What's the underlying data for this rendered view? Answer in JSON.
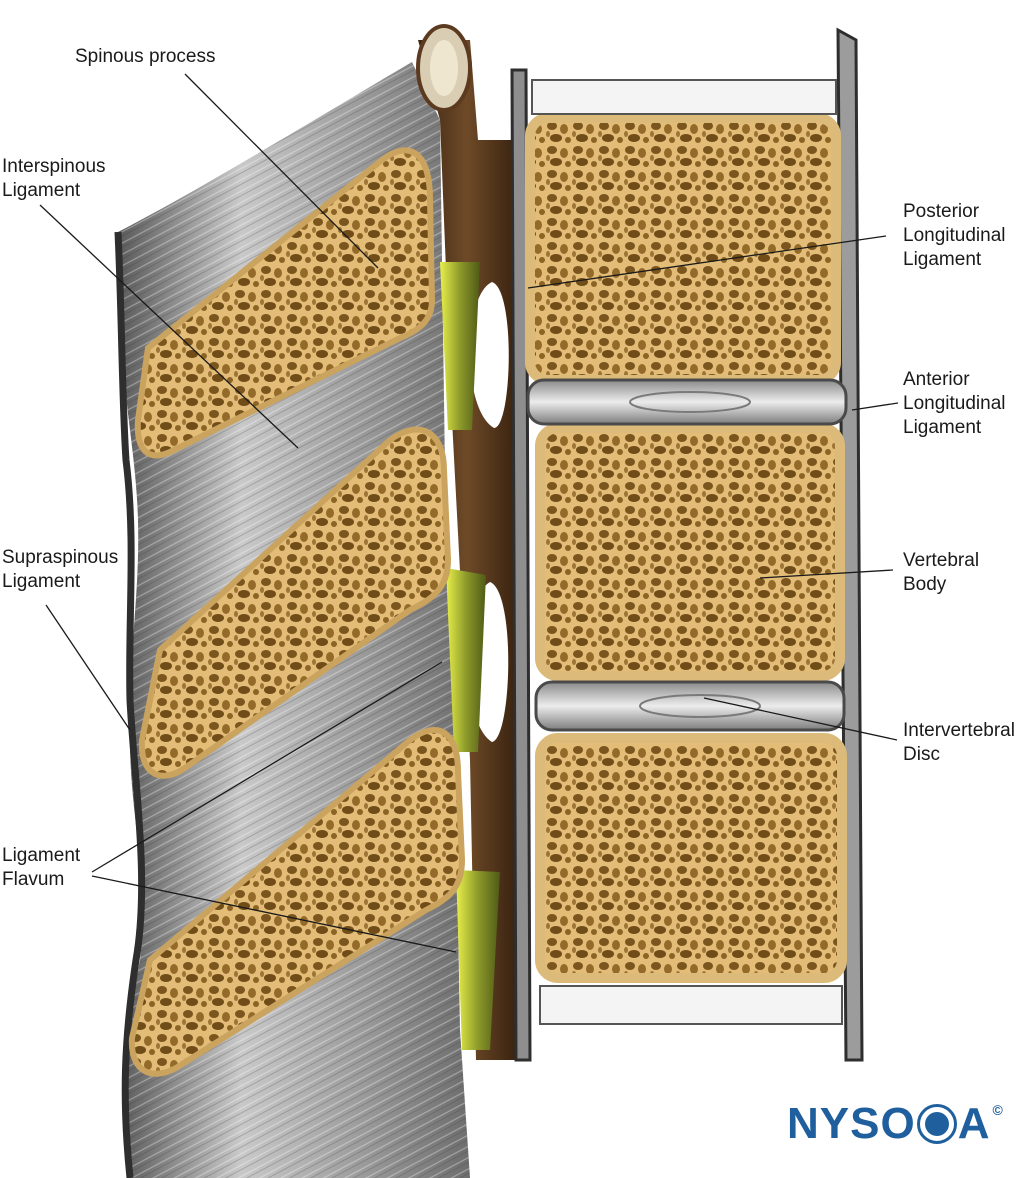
{
  "labels": {
    "spinous_process": "Spinous process",
    "interspinous_1": "Interspinous",
    "interspinous_2": "Ligament",
    "supraspinous_1": "Supraspinous",
    "supraspinous_2": "Ligament",
    "flavum_1": "Ligament",
    "flavum_2": "Flavum",
    "posterior_1": "Posterior",
    "posterior_2": "Longitudinal",
    "posterior_3": "Ligament",
    "anterior_1": "Anterior",
    "anterior_2": "Longitudinal",
    "anterior_3": "Ligament",
    "vertebral_1": "Vertebral",
    "vertebral_2": "Body",
    "disc_1": "Intervertebral",
    "disc_2": "Disc"
  },
  "logo": {
    "text_a": "NYSO",
    "text_b": "A",
    "copyright": "©"
  },
  "colors": {
    "bone": "#e6c17e",
    "bone_pore": "#8a6325",
    "ligament_gray": "#a9a9a9",
    "flavum_yellow": "#b9c53a",
    "disc": "#d7d7d7",
    "canal_brown": "#5b3a1f",
    "logo_blue": "#1f5f9e"
  }
}
